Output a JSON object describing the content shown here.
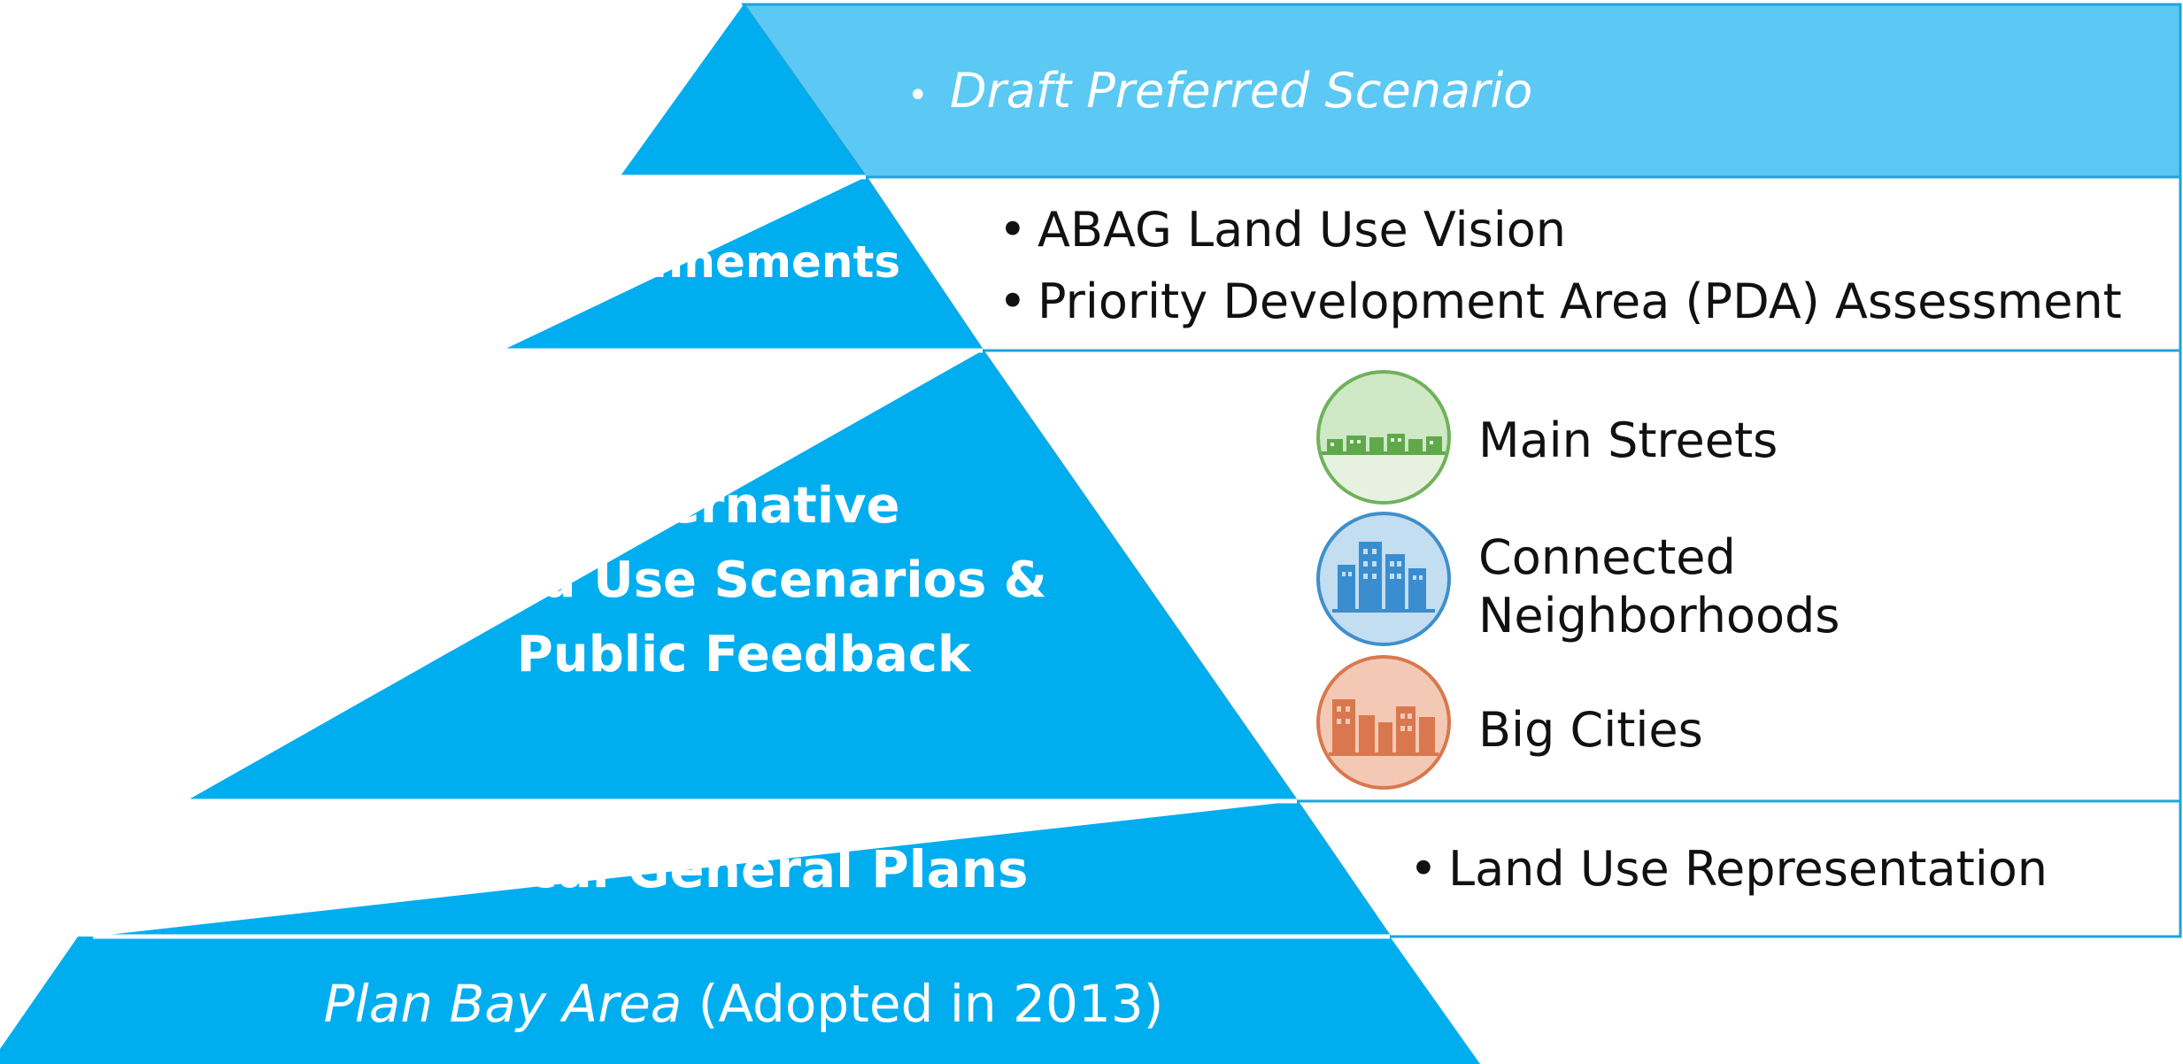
{
  "colors": {
    "pyramid": "#00AEEF",
    "top_band": "#5BC9F3",
    "top_band_border": "#1FA3DB",
    "row_border": "#1FA3DB",
    "main_streets": "#8BC47A",
    "connected_neighborhoods": "#4A9BD4",
    "big_cities": "#E7916C"
  },
  "pyramid": {
    "refinements": "Refinements",
    "alternative_line1": "Alternative",
    "alternative_line2": "Land Use Scenarios &",
    "alternative_line3": "Public Feedback",
    "local_general_plans": "Local General Plans",
    "base_italic": "Plan Bay Area",
    "base_rest": "(Adopted in 2013)"
  },
  "sides": {
    "top_bullet": "•",
    "top_text": "Draft Preferred Scenario",
    "refinements_items": [
      "ABAG Land Use Vision",
      "Priority Development Area (PDA) Assessment"
    ],
    "scenarios": [
      {
        "line1": "Main Streets",
        "line2": "",
        "icon": "main-streets-icon"
      },
      {
        "line1": "Connected",
        "line2": "Neighborhoods",
        "icon": "connected-neighborhoods-icon"
      },
      {
        "line1": "Big Cities",
        "line2": "",
        "icon": "big-cities-icon"
      }
    ],
    "local_item": "Land Use Representation"
  }
}
